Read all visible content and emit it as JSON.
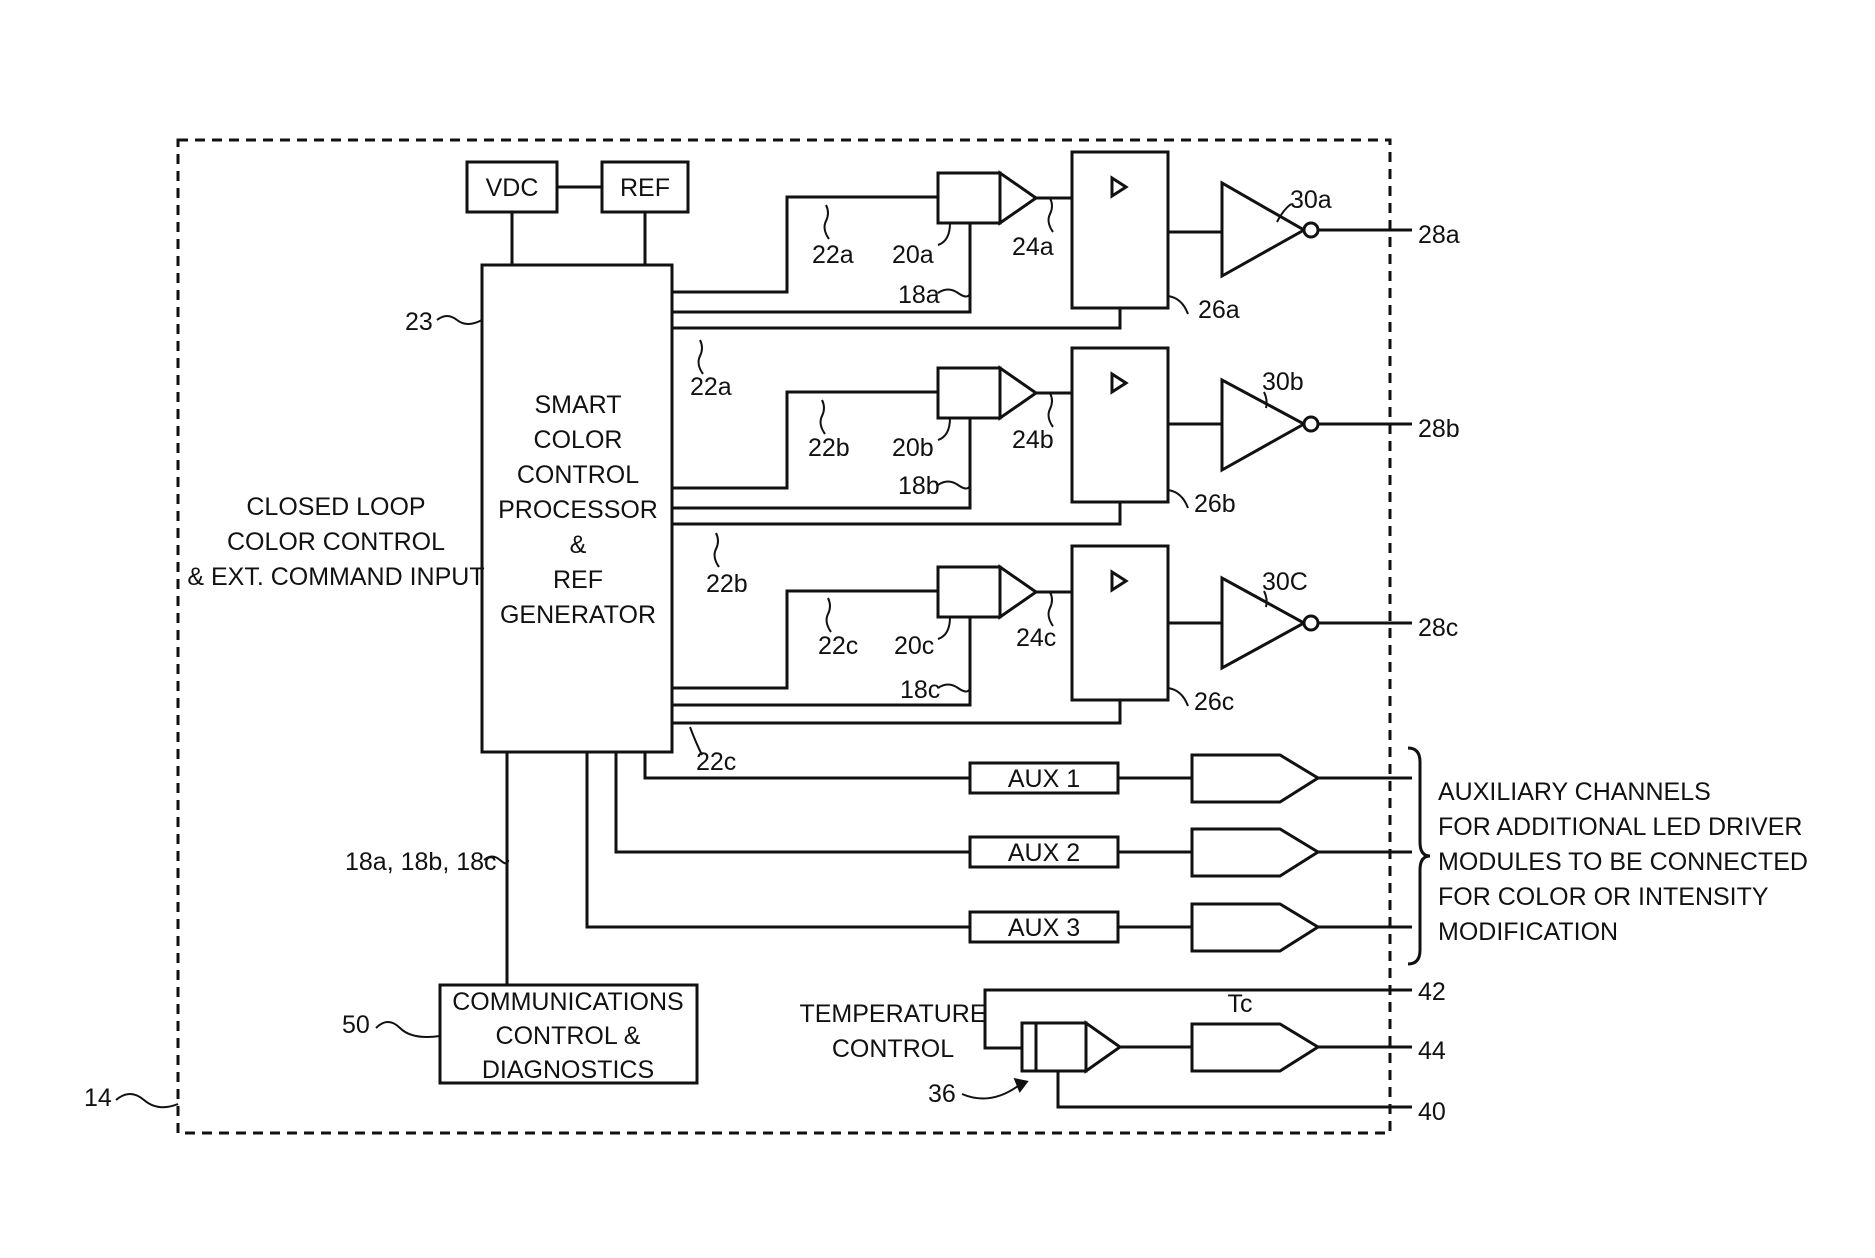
{
  "boxes": {
    "vdc": "VDC",
    "ref": "REF",
    "processor": [
      "SMART",
      "COLOR",
      "CONTROL",
      "PROCESSOR",
      "&",
      "REF",
      "GENERATOR"
    ],
    "aux1": "AUX 1",
    "aux2": "AUX 2",
    "aux3": "AUX 3",
    "comms": [
      "COMMUNICATIONS",
      "CONTROL &",
      "DIAGNOSTICS"
    ]
  },
  "labels": {
    "closed_loop": [
      "CLOSED LOOP",
      "COLOR CONTROL",
      "& EXT. COMMAND INPUT"
    ],
    "aux_note": [
      "AUXILIARY CHANNELS",
      "FOR ADDITIONAL LED DRIVER",
      "MODULES TO BE CONNECTED",
      "FOR COLOR OR INTENSITY",
      "MODIFICATION"
    ],
    "temperature": [
      "TEMPERATURE",
      "CONTROL"
    ],
    "tc": "Tc"
  },
  "refs": {
    "r14": "14",
    "r23": "23",
    "r50": "50",
    "r36": "36",
    "r18all": "18a, 18b, 18c",
    "r42": "42",
    "r44": "44",
    "r40": "40",
    "channels": [
      {
        "out": "28a",
        "inv": "30a",
        "drv": "26a",
        "amp": "20a",
        "ampout": "24a",
        "ref": "22a",
        "fb": "18a",
        "ref2": "22a"
      },
      {
        "out": "28b",
        "inv": "30b",
        "drv": "26b",
        "amp": "20b",
        "ampout": "24b",
        "ref": "22b",
        "fb": "18b",
        "ref2": "22b"
      },
      {
        "out": "28c",
        "inv": "30C",
        "drv": "26c",
        "amp": "20c",
        "ampout": "24c",
        "ref": "22c",
        "fb": "18c",
        "ref2": "22c"
      }
    ]
  }
}
